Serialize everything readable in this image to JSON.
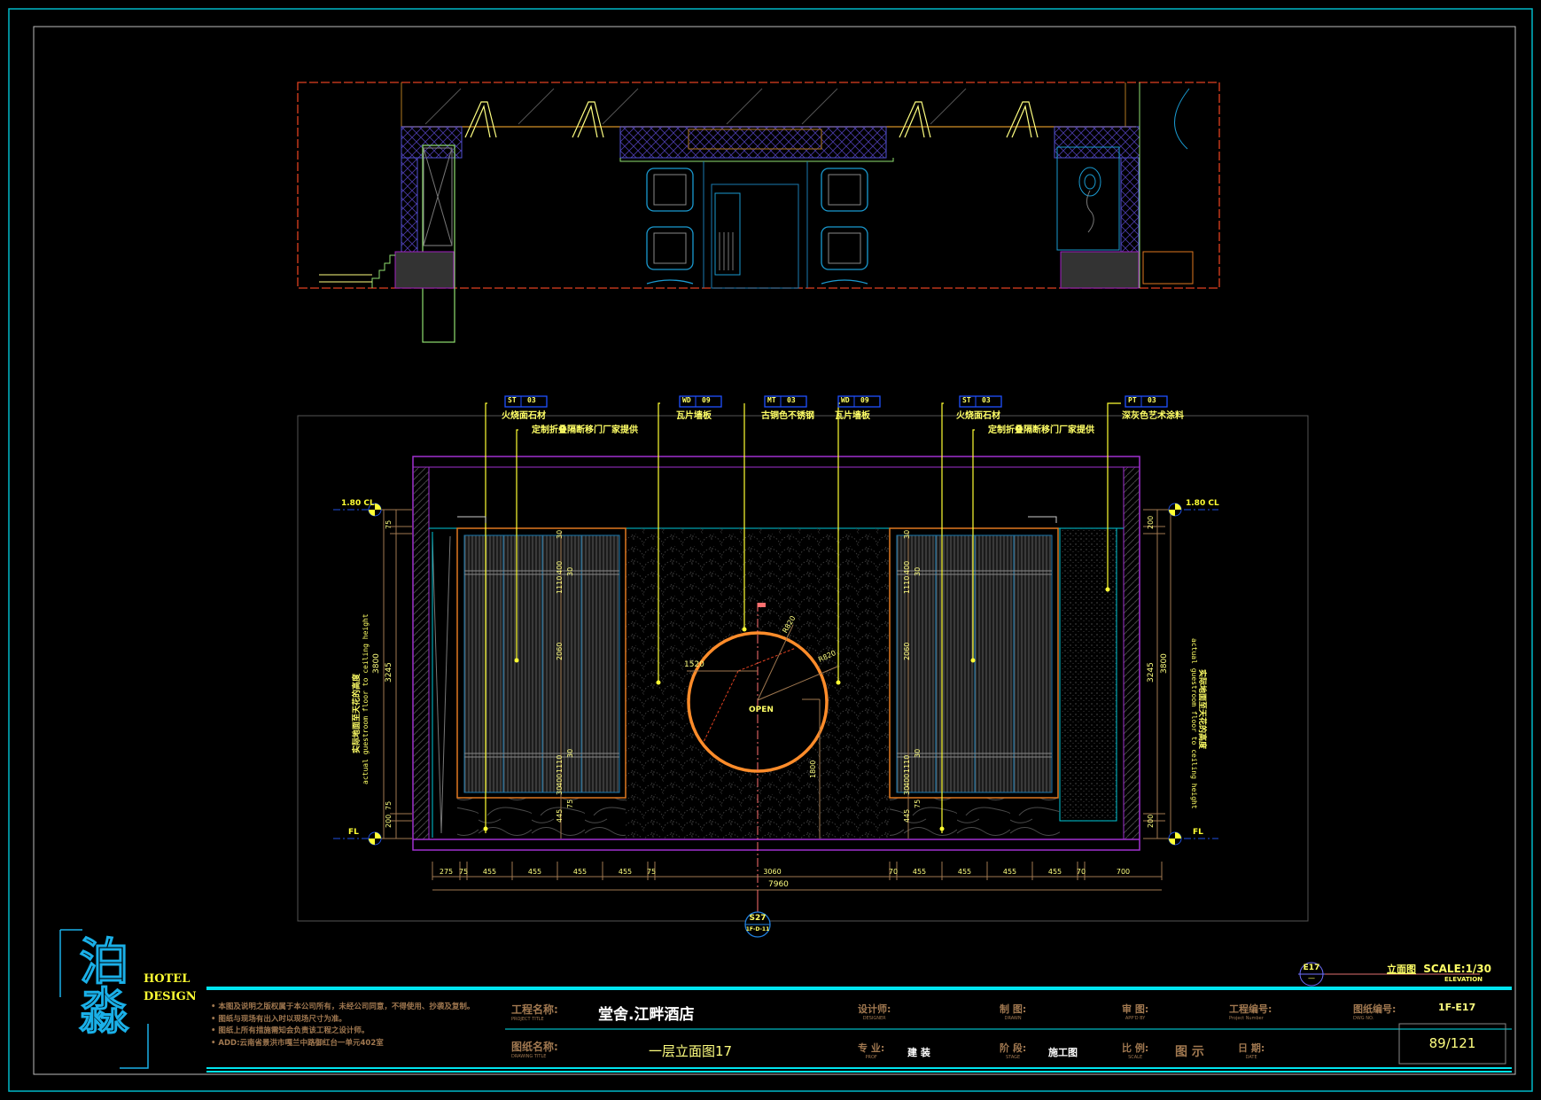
{
  "drawing": {
    "type": "CAD elevation drawing",
    "colors": {
      "frame": "#00c8d8",
      "accent_line": "#00e5f0",
      "label": "#ffff66",
      "field_label": "#a07850",
      "wall": "#9933cc",
      "dim": "#a07850",
      "door_frame": "#e07820",
      "circle": "#ff8c2a",
      "axis": "#ff7070"
    }
  },
  "callouts": [
    {
      "code": "ST",
      "num": "03",
      "desc": "火烧面石材"
    },
    {
      "code": "WD",
      "num": "09",
      "desc": "瓦片墙板"
    },
    {
      "code": "MT",
      "num": "03",
      "desc": "古铜色不锈钢"
    },
    {
      "code": "WD",
      "num": "09",
      "desc": "瓦片墙板"
    },
    {
      "code": "ST",
      "num": "03",
      "desc": "火烧面石材"
    },
    {
      "code": "PT",
      "num": "03",
      "desc": "深灰色艺术涂料"
    }
  ],
  "notes_sub": [
    "定制折叠隔断移门厂家提供",
    "定制折叠隔断移门厂家提供"
  ],
  "levels": {
    "top": "1.80 CL",
    "bottom": "FL"
  },
  "vertical_dims": {
    "overall": "3800",
    "inner": "3245",
    "top_a": "75",
    "top_b": "200",
    "bot_a": "75",
    "bot_b": "200",
    "vertical_note_cn": "实际地面至天花的高度",
    "vertical_note_en": "actual guestroom floor to ceiling height"
  },
  "panel_dims": [
    "30",
    "400",
    "1110",
    "30",
    "2060",
    "1110",
    "30",
    "400",
    "30",
    "445",
    "75"
  ],
  "circle": {
    "open_label": "OPEN",
    "dim_h": "1520",
    "dim_r1": "R820",
    "dim_r2": "R820",
    "dim_v": "1800"
  },
  "horizontal_dims": {
    "segments": [
      "275",
      "75",
      "455",
      "455",
      "455",
      "455",
      "75",
      "3060",
      "70",
      "455",
      "455",
      "455",
      "455",
      "70",
      "700"
    ],
    "overall": "7960"
  },
  "section_marker": {
    "top": "S27",
    "bottom": "1F-D-11"
  },
  "elevation_marker": {
    "top": "E17",
    "bottom": "—"
  },
  "title_right": {
    "cn": "立面图",
    "scale": "SCALE:1/30",
    "en": "ELEVATION"
  },
  "logo": {
    "glyph": "泊淼",
    "line1": "HOTEL",
    "line2": "DESIGN"
  },
  "title_block": {
    "notes": [
      "本图及说明之版权属于本公司所有，未经公司同意，不得使用、抄袭及复制。",
      "图纸与现场有出入时以现场尺寸为准。",
      "图纸上所有措施需知会负责该工程之设计师。",
      "ADD:云南省景洪市嘎兰中路御红台一单元402室"
    ],
    "project_label": "工程名称:",
    "project_label_en": "PROJECT TITLE",
    "project_value": "堂舍.江畔酒店",
    "drawing_label": "图纸名称:",
    "drawing_label_en": "DRAWING TITLE",
    "drawing_value": "一层立面图17",
    "designer_label": "设计师:",
    "designer_label_en": "DESIGNER",
    "drawn_label": "制 图:",
    "drawn_label_en": "DRAWN",
    "approved_label": "审 图:",
    "approved_label_en": "APP'D BY",
    "projno_label": "工程编号:",
    "projno_label_en": "Project Number",
    "dwgno_label": "图纸编号:",
    "dwgno_label_en": "DWG NO.",
    "dwgno_value": "1F-E17",
    "prof_label": "专 业:",
    "prof_label_en": "PROF",
    "prof_value": "建 装",
    "stage_label": "阶 段:",
    "stage_label_en": "STAGE",
    "stage_value": "施工图",
    "scale_label": "比 例:",
    "scale_label_en": "SCALE",
    "scale_value": "图 示",
    "date_label": "日 期:",
    "date_label_en": "DATE",
    "page": "89/121"
  }
}
